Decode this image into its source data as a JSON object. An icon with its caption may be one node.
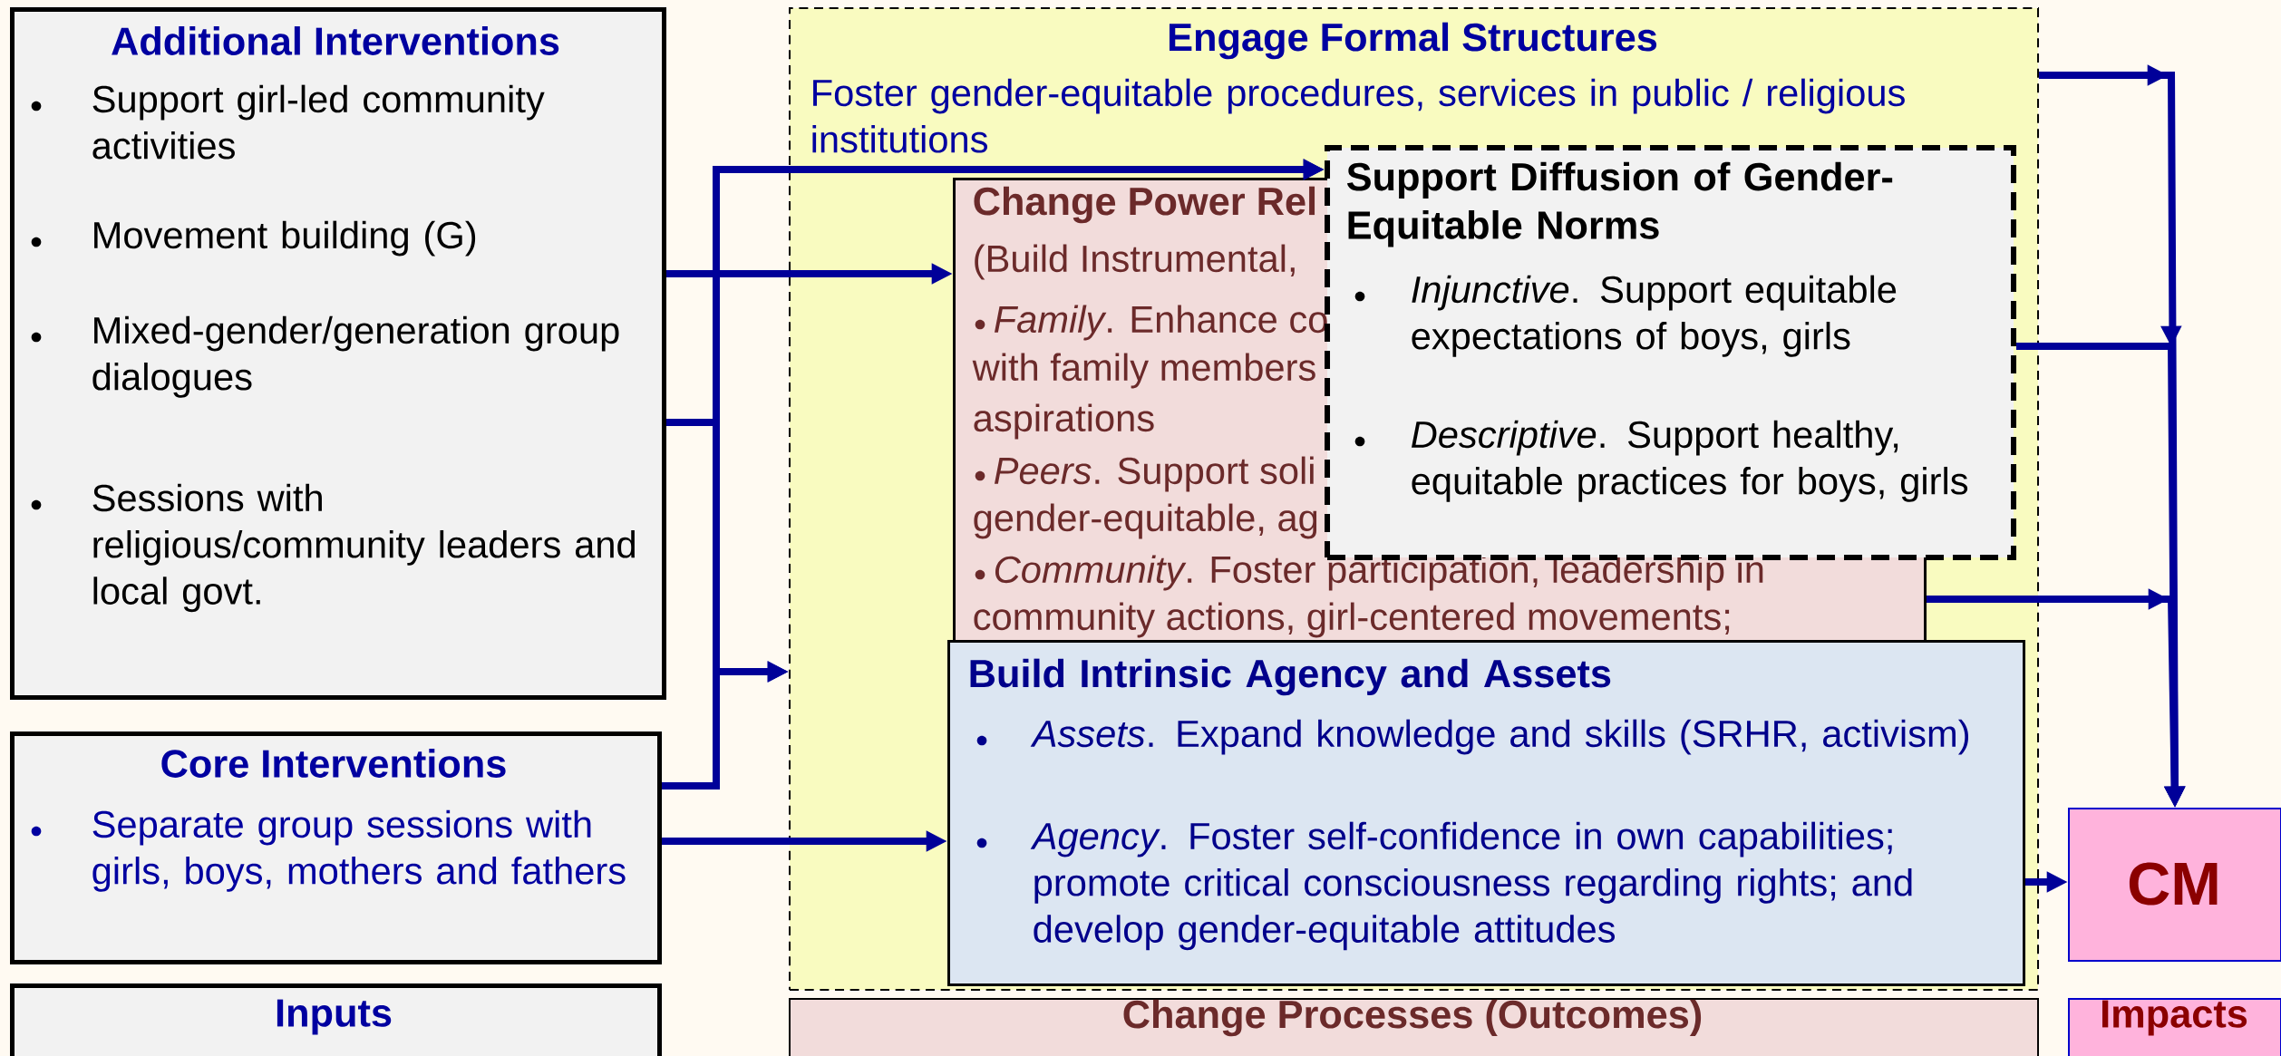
{
  "diagram": {
    "nodes": [
      {
        "text": [
          "Additional Interventions",
          "Support girl-led community activities",
          "Movement building (G)",
          "Mixed-gender/generation group dialogues",
          "Sessions with religious/community leaders and local govt."
        ]
      },
      {
        "text": [
          "Core Interventions",
          "Separate group sessions with girls, boys, mothers and fathers"
        ]
      },
      {
        "text": [
          "Inputs"
        ]
      },
      {
        "text": [
          "Engage Formal Structures",
          "Foster gender-equitable procedures, services in public / religious institutions"
        ]
      },
      {
        "text": [
          "Change Power Rel",
          "(Build Instrumental,",
          "*Family*. Enhance co",
          "with family members",
          "aspirations",
          "*Peers*. Support soli",
          "gender-equitable, ag",
          "*Community*. Foster participation, leadership in",
          "community actions, girl-centered movements;"
        ],
        "in": 3
      },
      {
        "text": [
          "Support Diffusion of Gender-Equitable Norms",
          "*Injunctive*. Support equitable expectations of boys, girls",
          "*Descriptive*. Support healthy, equitable practices for boys, girls"
        ],
        "in": 3
      },
      {
        "text": [
          "Build Intrinsic Agency and Assets",
          "*Assets*. Expand knowledge and skills (SRHR, activism)",
          "*Agency*. Foster self-confidence in own capabilities; promote critical consciousness regarding rights; and develop gender-equitable attitudes"
        ],
        "in": 3
      },
      {
        "text": [
          "CM"
        ]
      },
      {
        "text": [
          "Change Processes (Outcomes)"
        ]
      },
      {
        "text": [
          "Impacts"
        ]
      }
    ],
    "edges": [
      {
        "from": 0,
        "to": 4,
        "arrow": "to"
      },
      {
        "from": 0,
        "to": 5,
        "arrow": "to"
      },
      {
        "from": 1,
        "to": 5,
        "arrow": "to"
      },
      {
        "from": 0,
        "to": 3,
        "arrow": "to"
      },
      {
        "from": 1,
        "to": 3,
        "arrow": "to"
      },
      {
        "from": 1,
        "to": 6,
        "arrow": "to"
      },
      {
        "from": 3,
        "to": 7,
        "arrow": "to"
      },
      {
        "from": 5,
        "to": 7,
        "arrow": "to"
      },
      {
        "from": 4,
        "to": 7,
        "arrow": "to"
      },
      {
        "from": 6,
        "to": 7,
        "arrow": "to"
      }
    ]
  }
}
